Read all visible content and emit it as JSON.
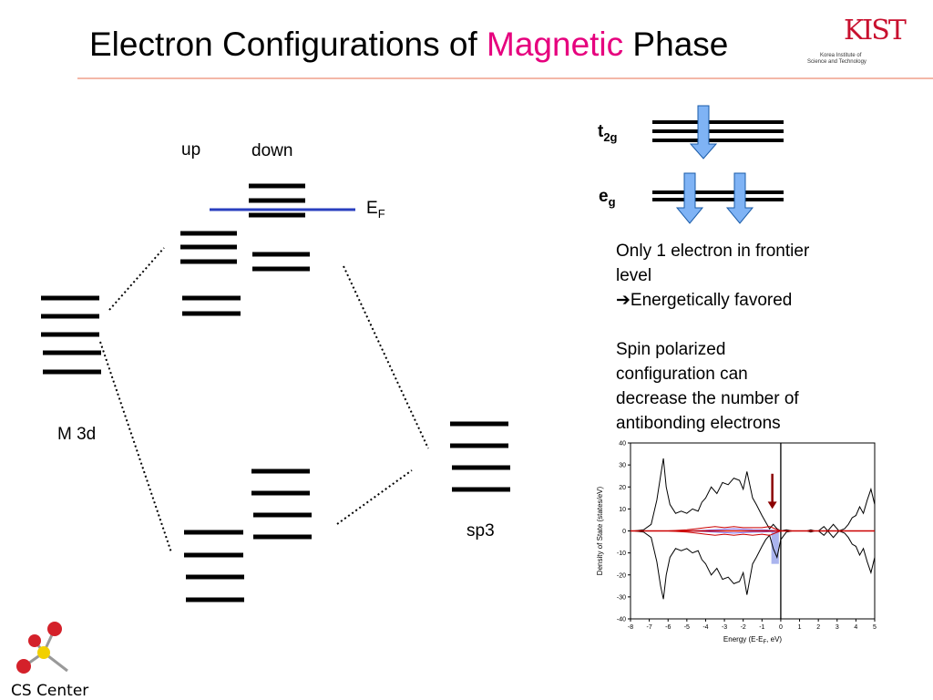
{
  "slide": {
    "title_part1": "Electron Configurations of ",
    "title_highlight": "Magnetic",
    "title_part2": " Phase",
    "highlight_color": "#e6007e"
  },
  "logo": {
    "letters": "KIST",
    "line1": "Korea Institute of",
    "line2": "Science and Technology"
  },
  "diagram": {
    "label_up": "up",
    "label_down": "down",
    "label_ef": "E",
    "label_ef_sub": "F",
    "label_m3d": "M 3d",
    "label_sp3": "sp3",
    "label_t2g": "t",
    "label_t2g_sub": "2g",
    "label_eg": "e",
    "label_eg_sub": "g"
  },
  "notes": {
    "line1": "Only 1 electron in frontier",
    "line2": "level",
    "arrow": "➔",
    "line3": "Energetically favored",
    "line4": "Spin polarized",
    "line5": "configuration can",
    "line6": "decrease the number of",
    "line7": "antibonding electrons"
  },
  "chart_data": {
    "type": "line",
    "title": "",
    "xlabel": "Energy (E-E",
    "xlabel_sub": "F",
    "xlabel_tail": ", eV)",
    "ylabel": "Density of State (states/eV)",
    "xlim": [
      -8,
      5
    ],
    "ylim": [
      -40,
      40
    ],
    "xticks": [
      -8,
      -7,
      -6,
      -5,
      -4,
      -3,
      -2,
      -1,
      0,
      1,
      2,
      3,
      4,
      5
    ],
    "yticks": [
      40,
      30,
      20,
      10,
      0,
      -10,
      -20,
      -30,
      -40
    ],
    "fermi_level": 0,
    "series": [
      {
        "color": "#000000",
        "x": [
          -7.8,
          -7.3,
          -6.9,
          -6.6,
          -6.4,
          -6.25,
          -6.1,
          -5.9,
          -5.6,
          -5.3,
          -5.0,
          -4.7,
          -4.4,
          -4.2,
          -4.0,
          -3.7,
          -3.4,
          -3.1,
          -2.8,
          -2.5,
          -2.2,
          -2.0,
          -1.8,
          -1.5,
          -1.3,
          -1.0,
          -0.8,
          -0.6,
          -0.4,
          -0.2,
          0.0,
          0.3,
          0.6,
          1.0,
          1.4,
          1.6,
          1.8,
          2.0,
          2.3,
          2.5,
          2.8,
          3.1,
          3.4,
          3.6,
          3.8,
          4.0,
          4.2,
          4.4,
          4.6,
          4.8,
          5.0
        ],
        "y": [
          0,
          0.5,
          3,
          14,
          25,
          33,
          20,
          12,
          8,
          9,
          8,
          10,
          9,
          13,
          15,
          20,
          17,
          22,
          21,
          24,
          23,
          19,
          27,
          15,
          12,
          7,
          4,
          1,
          3,
          1,
          0,
          0.5,
          0,
          0,
          0,
          0.5,
          0,
          0,
          2,
          0,
          3,
          0,
          1,
          3,
          6,
          7,
          11,
          8,
          14,
          19,
          12
        ]
      },
      {
        "color": "#000000",
        "x": [
          -7.8,
          -7.3,
          -6.9,
          -6.6,
          -6.4,
          -6.25,
          -6.1,
          -5.9,
          -5.6,
          -5.3,
          -5.0,
          -4.7,
          -4.4,
          -4.2,
          -4.0,
          -3.7,
          -3.4,
          -3.1,
          -2.8,
          -2.5,
          -2.2,
          -2.0,
          -1.8,
          -1.5,
          -1.3,
          -1.0,
          -0.8,
          -0.6,
          -0.4,
          -0.2,
          0.0,
          0.3,
          0.6,
          1.0,
          1.4,
          1.6,
          1.8,
          2.0,
          2.3,
          2.5,
          2.8,
          3.1,
          3.4,
          3.6,
          3.8,
          4.0,
          4.2,
          4.4,
          4.6,
          4.8,
          5.0
        ],
        "y": [
          0,
          -0.5,
          -3,
          -14,
          -25,
          -31,
          -20,
          -12,
          -8,
          -9,
          -8,
          -10,
          -9,
          -13,
          -15,
          -20,
          -17,
          -22,
          -21,
          -24,
          -23,
          -19,
          -29,
          -15,
          -12,
          -7,
          -4,
          -2,
          -8,
          -12,
          -4,
          -0.5,
          0,
          0,
          0,
          -0.5,
          0,
          0,
          -2,
          0,
          -3,
          0,
          -1,
          -3,
          -6,
          -7,
          -11,
          -8,
          -14,
          -19,
          -12
        ]
      },
      {
        "color": "#cc0000",
        "x": [
          -8,
          -6,
          -5,
          -4.5,
          -4,
          -3.5,
          -3,
          -2.5,
          -2,
          -1.5,
          -1,
          -0.6,
          -0.3,
          0,
          5
        ],
        "y": [
          0,
          0,
          0.5,
          1,
          1.5,
          2,
          1.5,
          2,
          1.5,
          1.5,
          1.5,
          2,
          1,
          0,
          0
        ]
      },
      {
        "color": "#cc0000",
        "x": [
          -8,
          -6,
          -5,
          -4.5,
          -4,
          -3.5,
          -3,
          -2.5,
          -2,
          -1.5,
          -1,
          -0.6,
          -0.3,
          0,
          5
        ],
        "y": [
          0,
          0,
          -0.5,
          -1,
          -1.5,
          -2,
          -1.5,
          -2,
          -1.5,
          -2,
          -1.5,
          -2,
          -1,
          0,
          0
        ]
      },
      {
        "color": "#7b68ee",
        "x": [
          -8,
          -5,
          -4,
          -3,
          -2.5,
          -2,
          -1.5,
          -1,
          -0.5,
          0,
          5
        ],
        "y": [
          0,
          0,
          0.3,
          0.8,
          1,
          0.8,
          0.6,
          0.5,
          0.3,
          0,
          0
        ]
      },
      {
        "color": "#7b68ee",
        "x": [
          -8,
          -5,
          -4,
          -3,
          -2.5,
          -2,
          -1.5,
          -1,
          -0.5,
          0,
          5
        ],
        "y": [
          0,
          0,
          -0.3,
          -0.8,
          -1,
          -0.8,
          -0.6,
          -0.5,
          -0.3,
          0,
          0
        ]
      }
    ],
    "shaded_region": {
      "x_from": -0.5,
      "x_to": -0.1,
      "y_from": 0,
      "y_to": -15,
      "color": "#aab4ee"
    },
    "annotation_arrow": {
      "x": -0.45,
      "y_from": 26,
      "y_to": 10,
      "color": "#8b0000"
    }
  }
}
